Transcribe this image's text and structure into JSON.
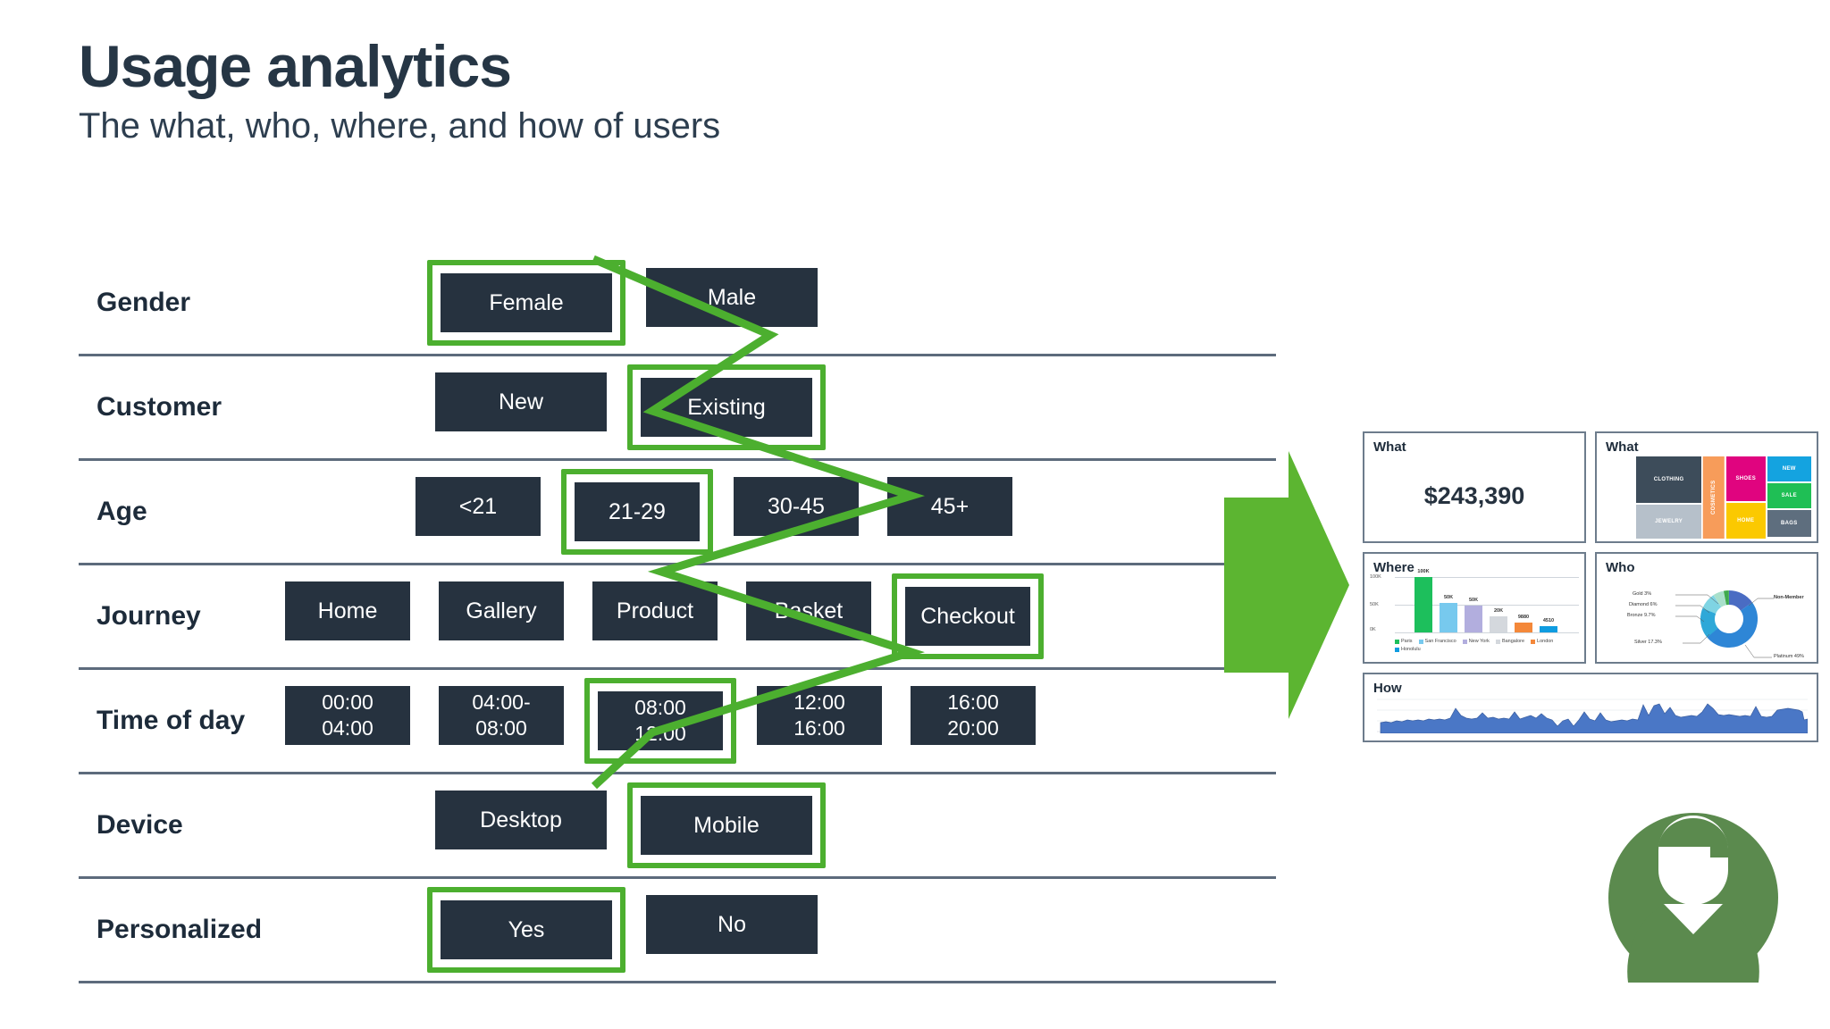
{
  "header": {
    "title": "Usage analytics",
    "subtitle": "The what, who, where, and how of users"
  },
  "colors": {
    "chip_bg": "#26323f",
    "highlight_green": "#4caf2f",
    "arrow_green": "#5cb531",
    "rule": "#5d6b7c",
    "title": "#263645"
  },
  "matrix": {
    "rows": [
      {
        "label": "Gender",
        "offset": 390,
        "chip_width": "w-192",
        "options": [
          {
            "text": "Female",
            "selected": true
          },
          {
            "text": "Male",
            "selected": false
          }
        ]
      },
      {
        "label": "Customer",
        "offset": 390,
        "chip_width": "w-192",
        "options": [
          {
            "text": "New",
            "selected": false
          },
          {
            "text": "Existing",
            "selected": true
          }
        ]
      },
      {
        "label": "Age",
        "offset": 368,
        "chip_width": "w-140",
        "options": [
          {
            "text": "<21",
            "selected": false
          },
          {
            "text": "21-29",
            "selected": true
          },
          {
            "text": "30-45",
            "selected": false
          },
          {
            "text": "45+",
            "selected": false
          }
        ]
      },
      {
        "label": "Journey",
        "offset": 222,
        "chip_width": "w-140",
        "options": [
          {
            "text": "Home",
            "selected": false
          },
          {
            "text": "Gallery",
            "selected": false
          },
          {
            "text": "Product",
            "selected": false
          },
          {
            "text": "Basket",
            "selected": false
          },
          {
            "text": "Checkout",
            "selected": true
          }
        ]
      },
      {
        "label": "Time of day",
        "offset": 222,
        "chip_width": "w-140",
        "two_line": true,
        "options": [
          {
            "text": "00:00\n04:00",
            "selected": false
          },
          {
            "text": "04:00-\n08:00",
            "selected": false
          },
          {
            "text": "08:00\n12:00",
            "selected": true
          },
          {
            "text": "12:00\n16:00",
            "selected": false
          },
          {
            "text": "16:00\n20:00",
            "selected": false
          }
        ]
      },
      {
        "label": "Device",
        "offset": 390,
        "chip_width": "w-192",
        "options": [
          {
            "text": "Desktop",
            "selected": false
          },
          {
            "text": "Mobile",
            "selected": true
          }
        ]
      },
      {
        "label": "Personalized",
        "offset": 390,
        "chip_width": "w-192",
        "options": [
          {
            "text": "Yes",
            "selected": true
          },
          {
            "text": "No",
            "selected": false
          }
        ]
      }
    ]
  },
  "dashboard": {
    "cards": [
      {
        "name": "what-value",
        "title": "What"
      },
      {
        "name": "what-treemap",
        "title": "What"
      },
      {
        "name": "where",
        "title": "Where"
      },
      {
        "name": "who",
        "title": "Who"
      },
      {
        "name": "how",
        "title": "How"
      }
    ],
    "what_value": "$243,390",
    "chart_data": [
      {
        "type": "treemap",
        "title": "What",
        "categories": [
          "CLOTHING",
          "JEWELRY",
          "COSMETICS",
          "SHOES",
          "HOME",
          "NEW",
          "SALE",
          "BAGS"
        ],
        "colors": [
          "#3d4c5a",
          "#b6c0ca",
          "#f79c5a",
          "#e0047f",
          "#fbc900",
          "#14a3e0",
          "#1fbf55",
          "#5e6e7e"
        ]
      },
      {
        "type": "bar",
        "title": "Where",
        "categories": [
          "Paris",
          "San Francisco",
          "New York",
          "Bangalore",
          "London",
          "Honolulu"
        ],
        "values": [
          100000,
          50000,
          50000,
          20000,
          9880,
          4510
        ],
        "value_labels": [
          "100K",
          "50K",
          "50K",
          "20K",
          "9880",
          "4510"
        ],
        "bar_colors": [
          "#1dbf5c",
          "#77c9ee",
          "#b2aede",
          "#d4d8dd",
          "#f4883a",
          "#0f9ce0"
        ],
        "ytick_labels": [
          "0K",
          "50K",
          "100K"
        ],
        "ylim": [
          0,
          100000
        ],
        "xlabel": "",
        "ylabel": ""
      },
      {
        "type": "pie",
        "title": "Who",
        "labels": [
          "Non-Member",
          "Platinum 49%",
          "Silver 17.3%",
          "Bronze 9.7%",
          "Diamond 6%",
          "Gold 3%"
        ],
        "values": [
          15,
          49,
          17.3,
          9.7,
          6,
          3
        ],
        "colors": [
          "#4a6cc3",
          "#2e86d6",
          "#2ea8d8",
          "#7fd4e3",
          "#a9e0cb",
          "#3faa4e"
        ],
        "legend": "callout"
      },
      {
        "type": "area",
        "title": "How",
        "series_color": "#4a77c6",
        "xlabel": "",
        "ylabel": ""
      }
    ]
  },
  "icons": {
    "arrow": "flow-arrow-right",
    "person": "person-avatar"
  }
}
